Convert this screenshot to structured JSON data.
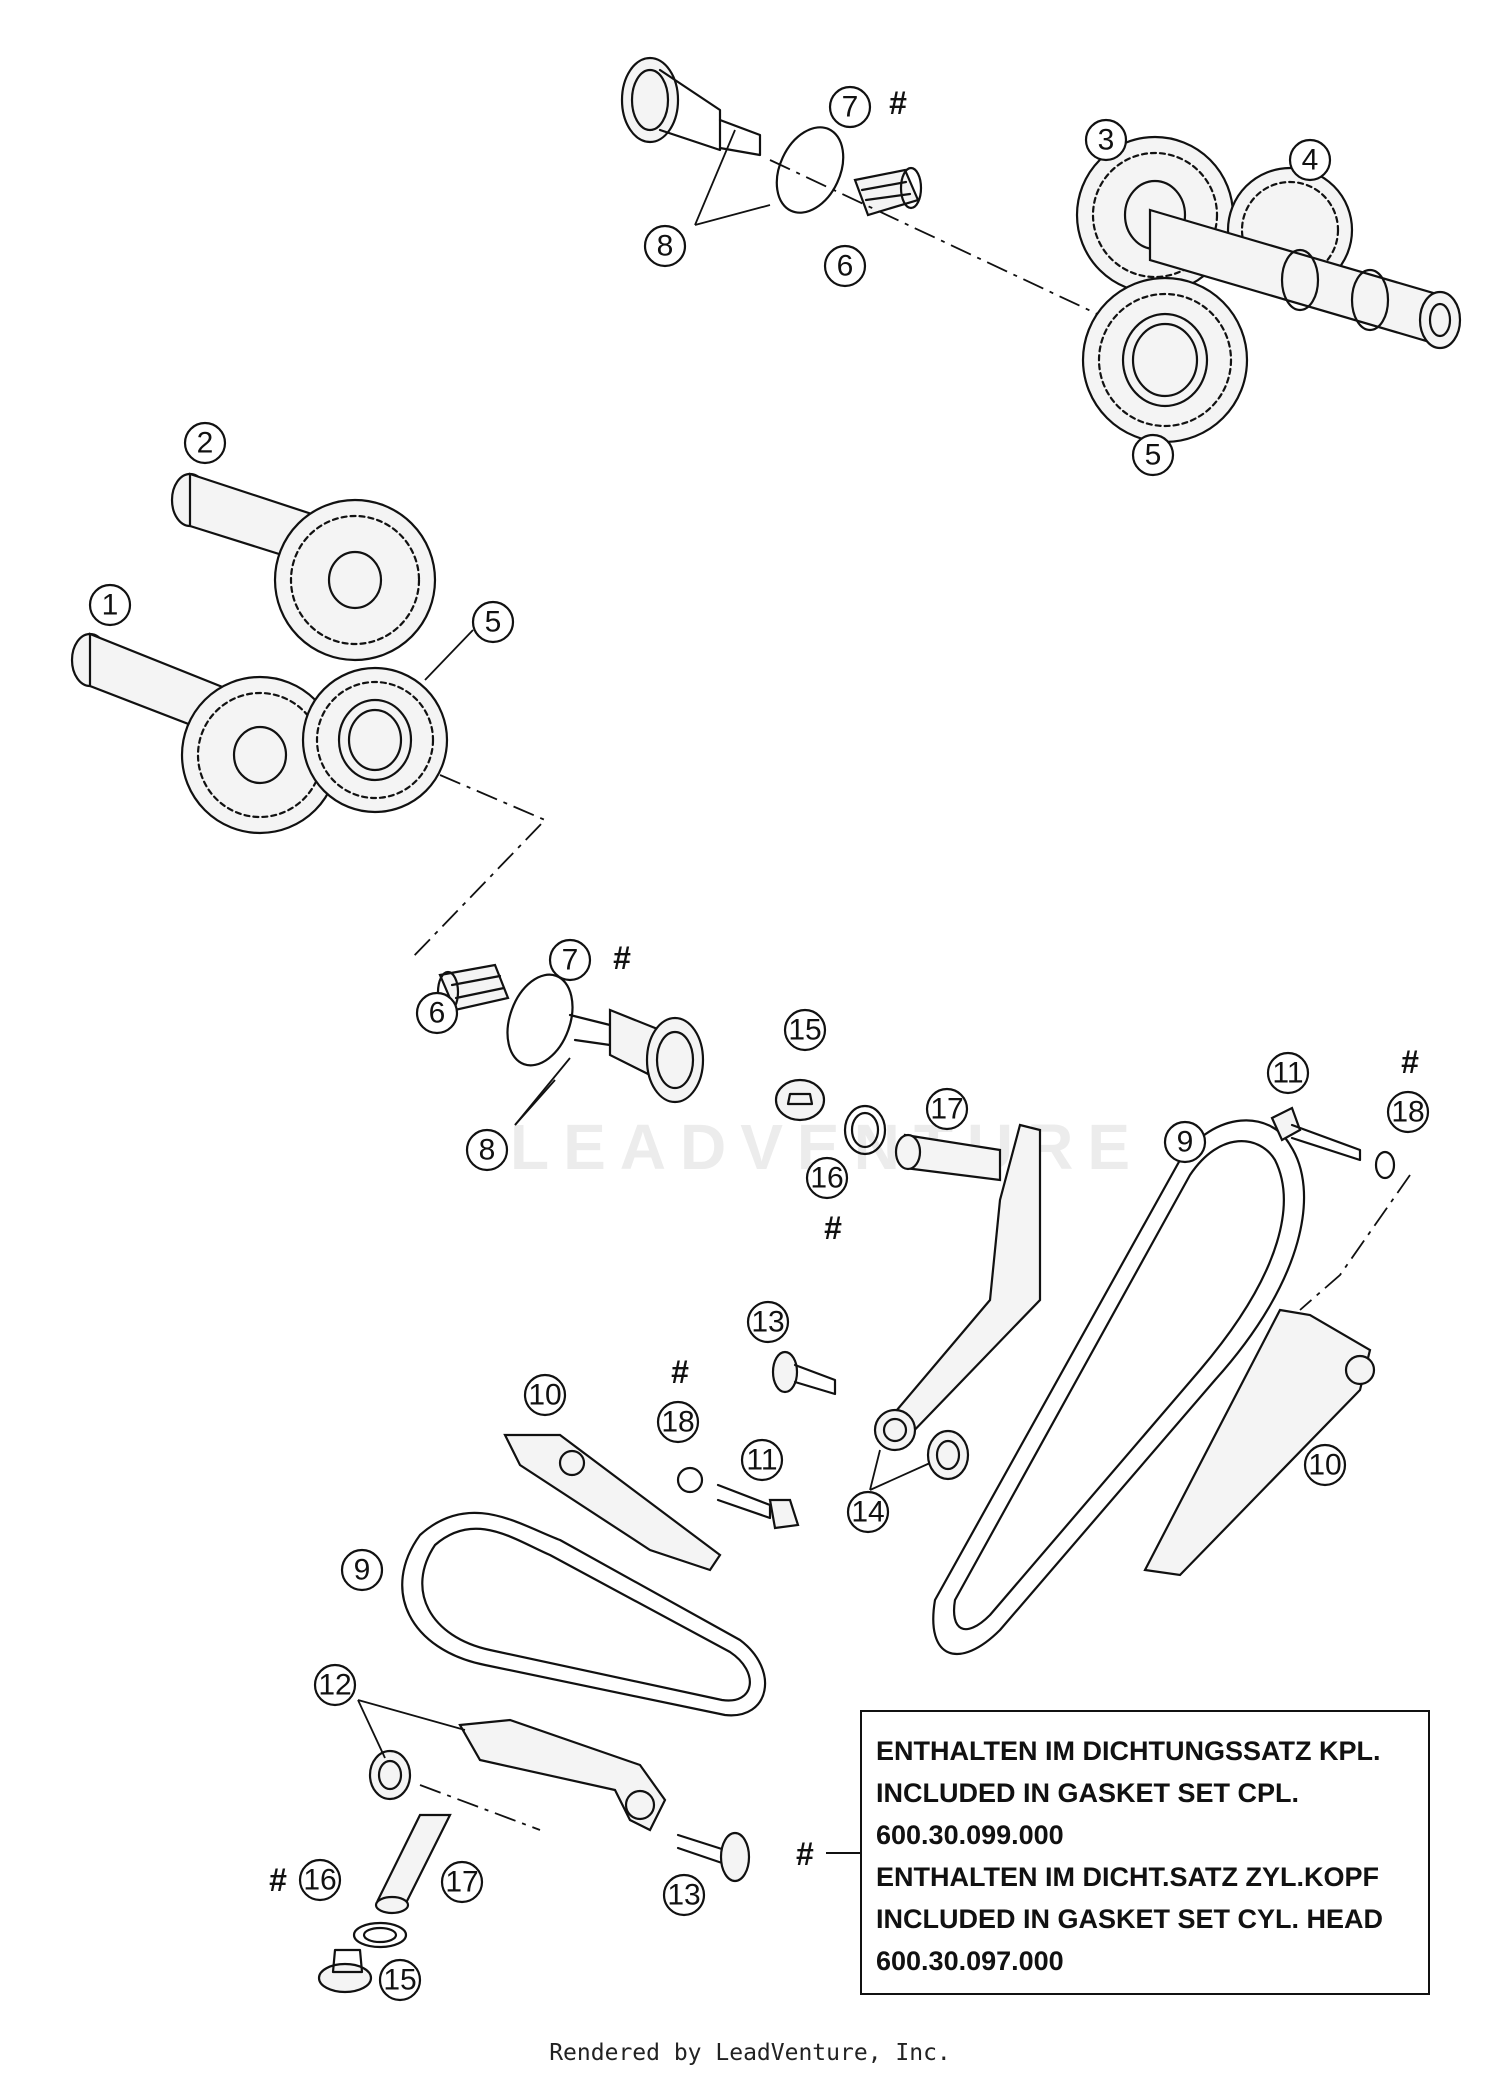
{
  "callouts": [
    "1",
    "2",
    "3",
    "4",
    "5",
    "6",
    "7",
    "8",
    "9",
    "10",
    "11",
    "12",
    "13",
    "14",
    "15",
    "16",
    "17",
    "18"
  ],
  "hash_mark": "#",
  "note": {
    "line1": "ENTHALTEN IM DICHTUNGSSATZ KPL.",
    "line2": "INCLUDED IN GASKET SET CPL.",
    "line3": "600.30.099.000",
    "line4": "ENTHALTEN IM DICHT.SATZ ZYL.KOPF",
    "line5": "INCLUDED IN GASKET SET CYL. HEAD",
    "line6": "600.30.097.000"
  },
  "watermark": "LEADVENTURE",
  "footer": "Rendered by LeadVenture, Inc."
}
